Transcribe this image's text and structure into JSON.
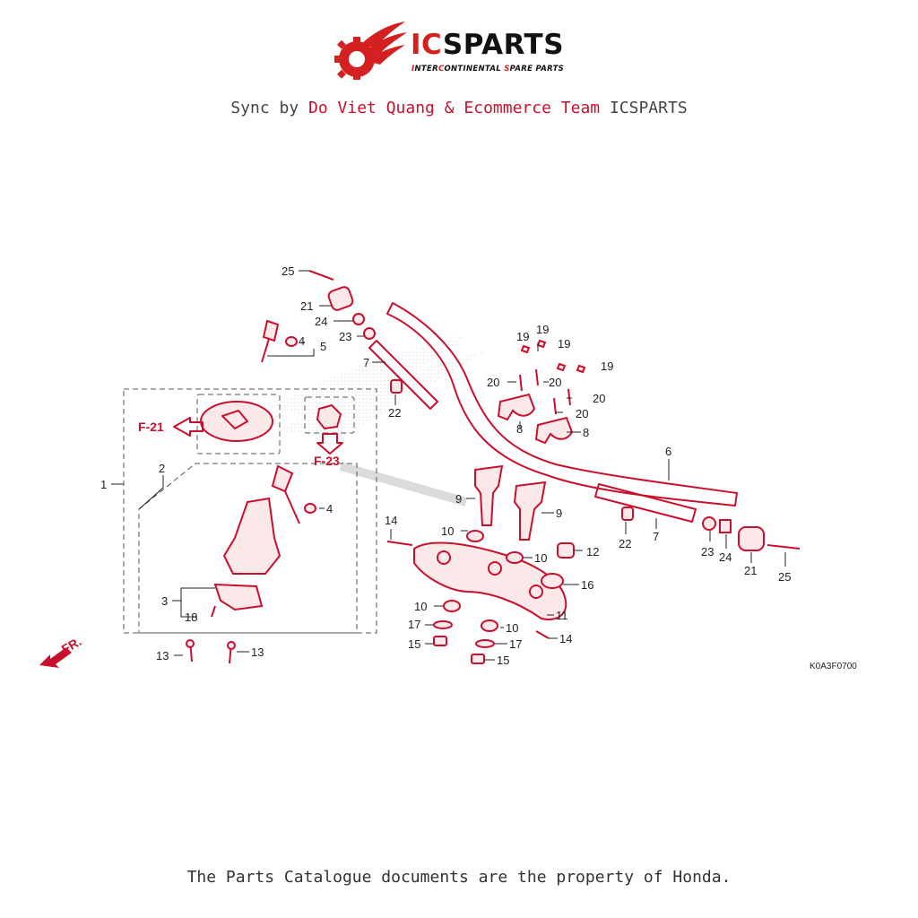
{
  "header": {
    "brand_prefix": "IC",
    "brand_suffix": "SPARTS",
    "tagline_parts": [
      "I",
      "NTER",
      "C",
      "ONTINENTAL ",
      "S",
      "PARE PARTS"
    ],
    "sync_prefix": "Sync by ",
    "sync_author": "Do Viet Quang & Ecommerce Team",
    "sync_suffix": " ICSPARTS"
  },
  "diagram": {
    "code": "K0A3F0700",
    "front_label": "FR.",
    "fig_refs": {
      "left": "F-21",
      "down": "F-23"
    },
    "callouts": {
      "c1": "1",
      "c2": "2",
      "c3": "3",
      "c4a": "4",
      "c4b": "4",
      "c5": "5",
      "c6": "6",
      "c7a": "7",
      "c7b": "7",
      "c8a": "8",
      "c8b": "8",
      "c9a": "9",
      "c9b": "9",
      "c10a": "10",
      "c10b": "10",
      "c10c": "10",
      "c10d": "10",
      "c11": "11",
      "c12": "12",
      "c13a": "13",
      "c13b": "13",
      "c14a": "14",
      "c14b": "14",
      "c15a": "15",
      "c15b": "15",
      "c16": "16",
      "c17a": "17",
      "c17b": "17",
      "c18": "18",
      "c19a": "19",
      "c19b": "19",
      "c19c": "19",
      "c19d": "19",
      "c20a": "20",
      "c20b": "20",
      "c20c": "20",
      "c20d": "20",
      "c21a": "21",
      "c21b": "21",
      "c22a": "22",
      "c22b": "22",
      "c23a": "23",
      "c23b": "23",
      "c24a": "24",
      "c24b": "24",
      "c25a": "25",
      "c25b": "25"
    }
  },
  "footer": {
    "text": "The Parts Catalogue documents are the property of Honda."
  },
  "colors": {
    "accent": "#c8102e",
    "ink": "#222222"
  },
  "icons": [
    "gear-wing-logo-icon",
    "front-arrow-icon",
    "left-arrow-icon",
    "down-arrow-icon"
  ]
}
